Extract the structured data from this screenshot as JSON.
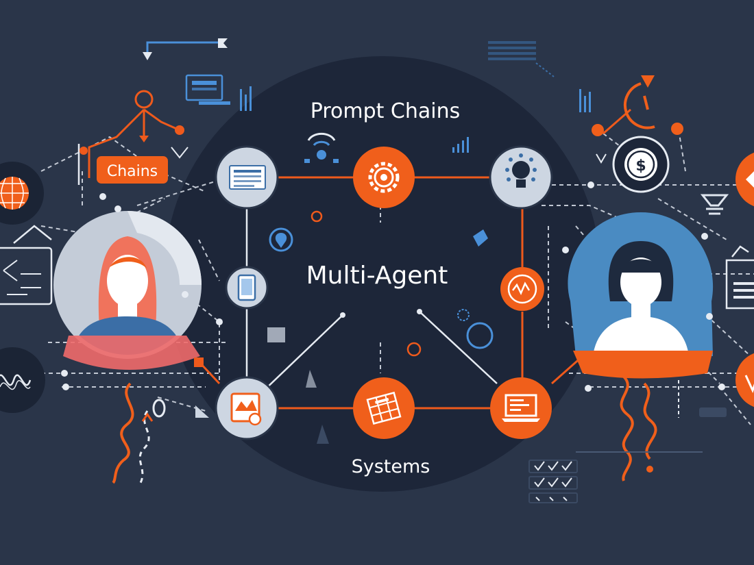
{
  "labels": {
    "top": "Prompt Chains",
    "center": "Multi-Agent",
    "bottom": "Systems",
    "tag": "Chains"
  },
  "colors": {
    "background": "#2a3549",
    "backdrop_circle": "#1d2639",
    "accent_orange": "#f05f1b",
    "light_node": "#cdd6e2",
    "line_white": "#e6ebf2",
    "line_orange": "#ef5a1c",
    "avatar_left_hair": "#f0735c",
    "avatar_left_shirt": "#3b6ea6",
    "avatar_right_bg": "#4a8bc2",
    "avatar_right_hair": "#1e2a3e",
    "icon_blue": "#4a90d9"
  },
  "nodes": [
    {
      "id": "node-document",
      "style": "light",
      "icon": "document-icon"
    },
    {
      "id": "node-gear",
      "style": "orange",
      "icon": "gear-icon"
    },
    {
      "id": "node-lightbulb",
      "style": "light",
      "icon": "lightbulb-icon"
    },
    {
      "id": "node-tablet",
      "style": "light",
      "icon": "tablet-icon"
    },
    {
      "id": "node-signal",
      "style": "orange-ring",
      "icon": "signal-wave-icon"
    },
    {
      "id": "node-image",
      "style": "light",
      "icon": "image-icon"
    },
    {
      "id": "node-grid",
      "style": "orange",
      "icon": "grid-chip-icon"
    },
    {
      "id": "node-laptop",
      "style": "orange",
      "icon": "laptop-icon"
    },
    {
      "id": "node-dollar",
      "style": "ring",
      "icon": "dollar-icon"
    }
  ],
  "agents": [
    {
      "id": "agent-left",
      "icon": "woman-avatar-icon"
    },
    {
      "id": "agent-right",
      "icon": "person-avatar-icon"
    }
  ]
}
